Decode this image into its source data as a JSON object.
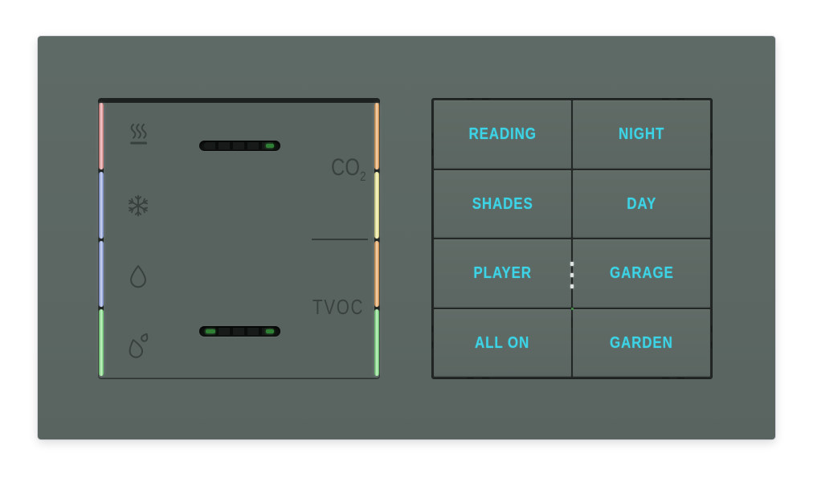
{
  "plate": {
    "color": "#5c6763",
    "background": "#ffffff"
  },
  "sensor_panel": {
    "labels": {
      "co2_base": "CO",
      "co2_sub": "2",
      "tvoc": "TVOC"
    },
    "icons": [
      {
        "name": "heating"
      },
      {
        "name": "cooling"
      },
      {
        "name": "humidity"
      },
      {
        "name": "dew-point"
      }
    ],
    "left_leds": [
      "#e98989",
      "#8aa0e8",
      "#8aa0e8",
      "#77e57b"
    ],
    "right_leds": [
      "#f09f4b",
      "#f4ee8a",
      "#f09f4b",
      "#77e57b"
    ],
    "label_color": "#3a423f"
  },
  "keypad": {
    "label_color": "#3cd4e6",
    "center_led_color": "#e0e4e2",
    "buttons": [
      {
        "label": "READING"
      },
      {
        "label": "NIGHT"
      },
      {
        "label": "SHADES"
      },
      {
        "label": "DAY"
      },
      {
        "label": "PLAYER"
      },
      {
        "label": "GARAGE"
      },
      {
        "label": "ALL ON"
      },
      {
        "label": "GARDEN"
      }
    ]
  }
}
